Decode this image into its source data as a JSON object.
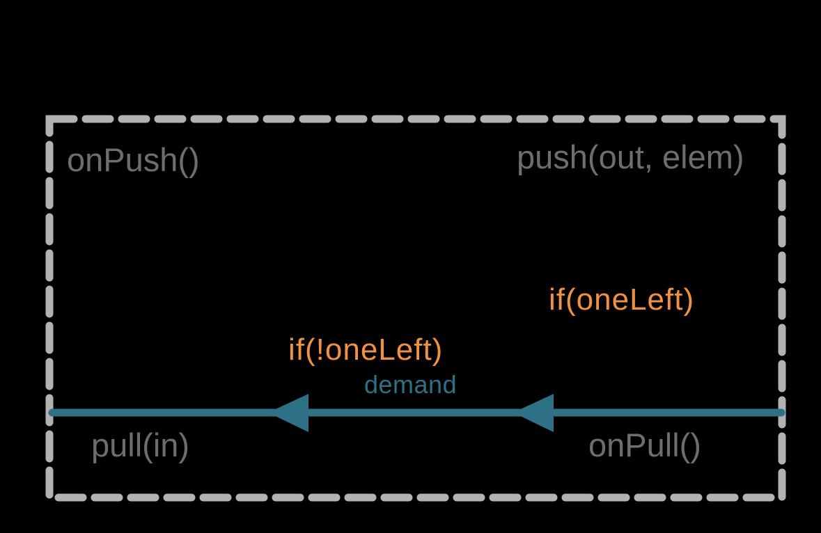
{
  "diagram": {
    "labels": {
      "on_push": "onPush()",
      "push_out_elem": "push(out, elem)",
      "if_one_left": "if(oneLeft)",
      "if_not_one_left": "if(!oneLeft)",
      "demand": "demand",
      "pull_in": "pull(in)",
      "on_pull": "onPull()"
    },
    "colors": {
      "background": "#000000",
      "border": "#b2b2b2",
      "text_gray": "#6e6e6e",
      "text_orange": "#f0923f",
      "teal": "#2e7186"
    }
  }
}
